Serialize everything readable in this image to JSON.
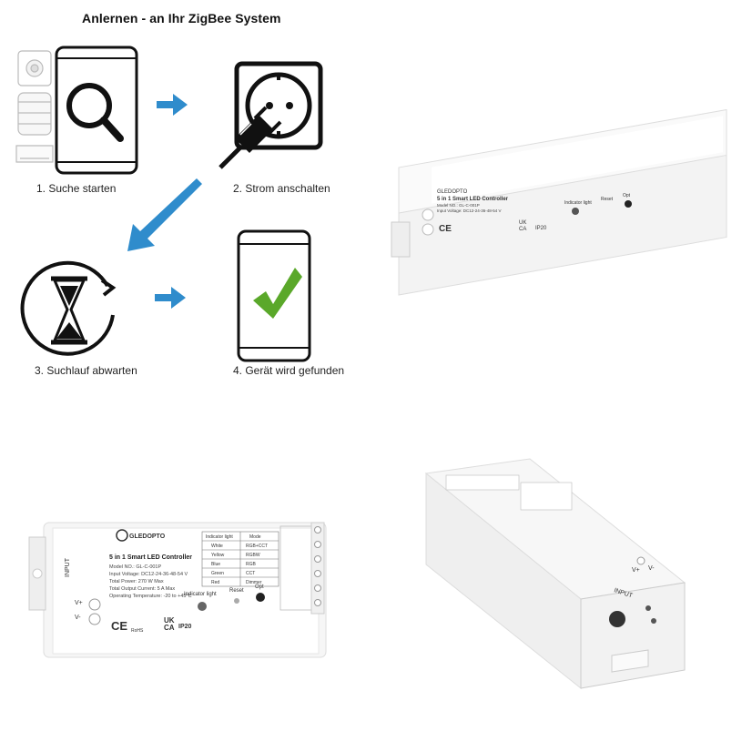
{
  "title": "Anlernen -  an Ihr ZigBee System",
  "steps": [
    {
      "label": "1. Suche starten"
    },
    {
      "label": "2. Strom anschalten"
    },
    {
      "label": "3. Suchlauf abwarten"
    },
    {
      "label": "4. Gerät wird gefunden"
    }
  ],
  "device": {
    "brand": "GLEDOPTO",
    "product": "5 in 1 Smart LED Controller",
    "model": "Model NO.: GL-C-001P",
    "input_voltage": "Input Voltage: DC12-24-36-48-54 V",
    "total_power": "Total Power: 270 W Max",
    "total_current": "Total Output Current: 5 A Max",
    "temperature": "Operating Temperature: -20 to +45°C",
    "input_label": "INPUT",
    "vplus": "V+",
    "vminus": "V-",
    "indicator": "Indicator light",
    "reset": "Reset",
    "opt": "Opt",
    "ip": "IP20",
    "ukca_top": "UK",
    "ukca_bottom": "CA",
    "rohs": "RoHS",
    "ce": "CE",
    "table_header": [
      "Indicator light",
      "Mode"
    ],
    "table_rows": [
      [
        "White",
        "RGB+CCT"
      ],
      [
        "Yellow",
        "RGBW"
      ],
      [
        "Blue",
        "RGB"
      ],
      [
        "Green",
        "CCT"
      ],
      [
        "Red",
        "Dimmer"
      ]
    ]
  },
  "colors": {
    "arrow_blue": "#2f8ccc",
    "check_green": "#5aa82a",
    "outline": "#111111"
  }
}
